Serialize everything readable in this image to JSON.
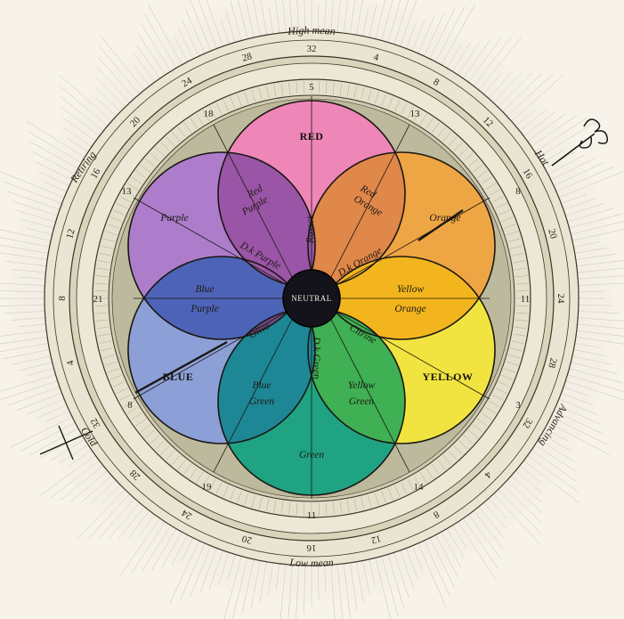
{
  "diagram": {
    "center_label": "NEUTRAL",
    "ring_labels": {
      "top": "High mean",
      "bottom": "Low mean",
      "left_upper": "Retiring",
      "left_lower": "Cold",
      "right_upper": "Hot",
      "right_lower": "Advancing"
    },
    "primary_labels": {
      "red": "RED",
      "yellow": "YELLOW",
      "blue": "BLUE"
    },
    "petal_labels": {
      "purple": "Purple",
      "red_purple": [
        "Red",
        "Purple"
      ],
      "red_orange": [
        "Red",
        "Orange"
      ],
      "orange": "Orange",
      "yellow_orange": [
        "Yellow",
        "Orange"
      ],
      "blue_purple": [
        "Blue",
        "Purple"
      ],
      "blue_green": [
        "Blue",
        "Green"
      ],
      "yellow_green": [
        "Yellow",
        "Green"
      ],
      "green": "Green"
    },
    "inner_lens_labels": {
      "russet": "Russet",
      "dk_purple": "D.k Purple",
      "dk_orange": "D.k Orange",
      "citrine": "Citrine",
      "olive": "Olive",
      "dk_green": "D.k Green"
    },
    "inner_numbers": {
      "top": "5",
      "top_left": "18",
      "top_right": "13",
      "upper_left": "13",
      "upper_right": "8",
      "left": "21",
      "right": "11",
      "lower_left": "8",
      "lower_right": "3",
      "bottom_left": "19",
      "bottom_right": "14",
      "bottom": "11"
    },
    "outer_numbers": [
      "32",
      "4",
      "8",
      "12",
      "16",
      "20",
      "24",
      "28",
      "32",
      "4",
      "8",
      "12",
      "16",
      "20",
      "24",
      "28",
      "32",
      "4",
      "8",
      "12",
      "16",
      "20",
      "24",
      "28"
    ],
    "colors": {
      "red": "#ee86b8",
      "orange": "#eea544",
      "yellow": "#f2e440",
      "green": "#1fa383",
      "blue": "#8c9fd7",
      "purple": "#ad7dcc",
      "neutral": "#14121a",
      "ring": "#e4e0cc",
      "paper": "#f7f3ea"
    }
  }
}
